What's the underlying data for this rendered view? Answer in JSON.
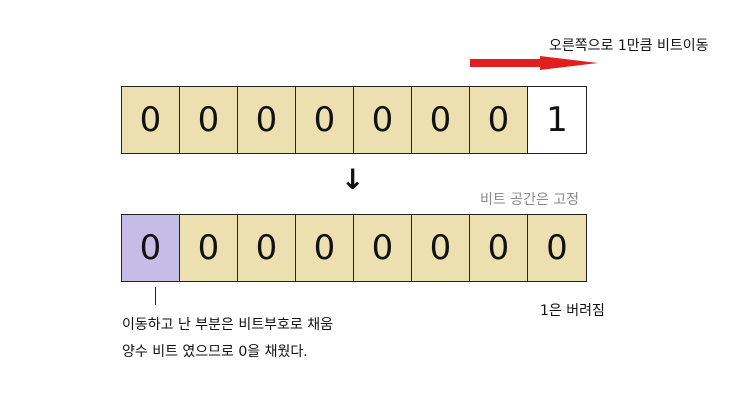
{
  "colors": {
    "filled": "#ede0b0",
    "sign": "#c5bde6",
    "empty": "#ffffff",
    "arrow": "#e02020"
  },
  "labels": {
    "shift": "오른쪽으로 1만큼 비트이동",
    "fixed": "비트 공간은 고정",
    "down_arrow": "↓",
    "discarded": "1은 버려짐",
    "note_line1": "이동하고 난 부분은 비트부호로 채움",
    "note_line2": "양수 비트 였으므로 0을 채웠다."
  },
  "before_bits": [
    {
      "value": "0",
      "fill": "filled"
    },
    {
      "value": "0",
      "fill": "filled"
    },
    {
      "value": "0",
      "fill": "filled"
    },
    {
      "value": "0",
      "fill": "filled"
    },
    {
      "value": "0",
      "fill": "filled"
    },
    {
      "value": "0",
      "fill": "filled"
    },
    {
      "value": "0",
      "fill": "filled"
    },
    {
      "value": "1",
      "fill": "empty"
    }
  ],
  "after_bits": [
    {
      "value": "0",
      "fill": "sign"
    },
    {
      "value": "0",
      "fill": "filled"
    },
    {
      "value": "0",
      "fill": "filled"
    },
    {
      "value": "0",
      "fill": "filled"
    },
    {
      "value": "0",
      "fill": "filled"
    },
    {
      "value": "0",
      "fill": "filled"
    },
    {
      "value": "0",
      "fill": "filled"
    },
    {
      "value": "0",
      "fill": "filled"
    }
  ]
}
